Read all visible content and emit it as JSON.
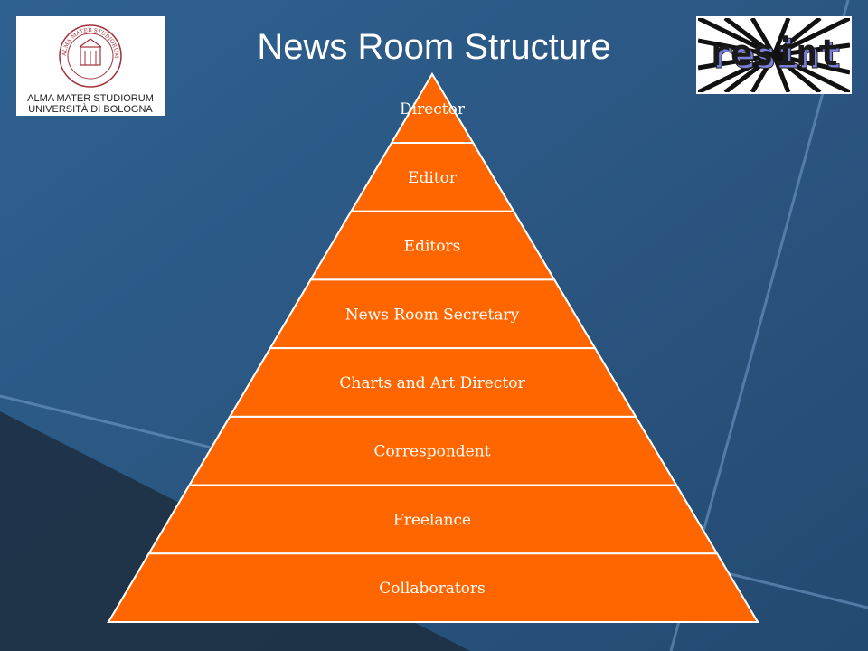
{
  "slide": {
    "title": "News Room Structure"
  },
  "logos": {
    "university": {
      "icon": "university-seal-icon",
      "line1": "ALMA MATER STUDIORUM",
      "line2": "UNIVERSITÀ DI BOLOGNA",
      "seal_text": "ALMA MATER STUDIORUM · A.D. 1088"
    },
    "project": {
      "icon": "resint-logo-icon",
      "wordmark": "resint"
    }
  },
  "pyramid": {
    "fill_color": "#ff6600",
    "divider_color": "#ffffff",
    "tiers": [
      {
        "label": "Director"
      },
      {
        "label": "Editor"
      },
      {
        "label": "Editors"
      },
      {
        "label": "News Room Secretary"
      },
      {
        "label": "Charts and Art Director"
      },
      {
        "label": "Correspondent"
      },
      {
        "label": "Freelance"
      },
      {
        "label": "Collaborators"
      }
    ]
  },
  "colors": {
    "background": "#2a5783",
    "accent_line": "#6f9ac6",
    "dark_corner": "#1d2e3f"
  }
}
